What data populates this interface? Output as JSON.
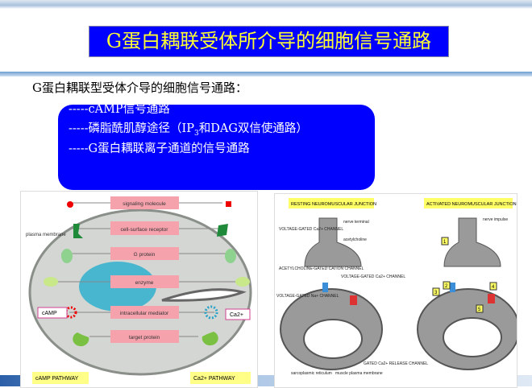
{
  "slide": {
    "title": "G蛋白耦联受体所介导的细胞信号通路",
    "subtitle": "G蛋白耦联型受体介导的细胞信号通路：",
    "pathways": [
      "-----cAMP信号通路",
      "-----磷脂酰肌醇途径（IP",
      "3",
      "和DAG双信使通路）",
      "-----G蛋白耦联离子通道的信号通路"
    ]
  },
  "left_figure": {
    "labels": [
      "signaling molecule",
      "cell-surface receptor",
      "G protein",
      "enzyme",
      "intracellular mediator",
      "target protein"
    ],
    "plasma_membrane": "plasma membrane",
    "camp": "cAMP",
    "ca": "Ca2+",
    "camp_pathway": "cAMP PATHWAY",
    "ca_pathway": "Ca2+ PATHWAY"
  },
  "right_figure": {
    "resting": "RESTING NEUROMUSCULAR JUNCTION",
    "activated": "ACTIVATED NEUROMUSCULAR JUNCTION",
    "labels": {
      "vgca": "VOLTAGE-GATED Ca2+ CHANNEL",
      "nerve_terminal": "nerve terminal",
      "acetylcholine": "acetylcholine",
      "achr": "ACETYLCHOLINE-GATED CATION CHANNEL",
      "vgca2": "VOLTAGE-GATED Ca2+ CHANNEL",
      "vgna": "VOLTAGE-GATED Na+ CHANNEL",
      "sr": "sarcoplasmic reticulum",
      "muscle": "muscle plasma membrane",
      "gated": "GATED Ca2+ RELEASE CHANNEL",
      "nerve_impulse": "nerve impulse"
    },
    "steps": [
      "1",
      "2",
      "3",
      "4",
      "5"
    ]
  }
}
